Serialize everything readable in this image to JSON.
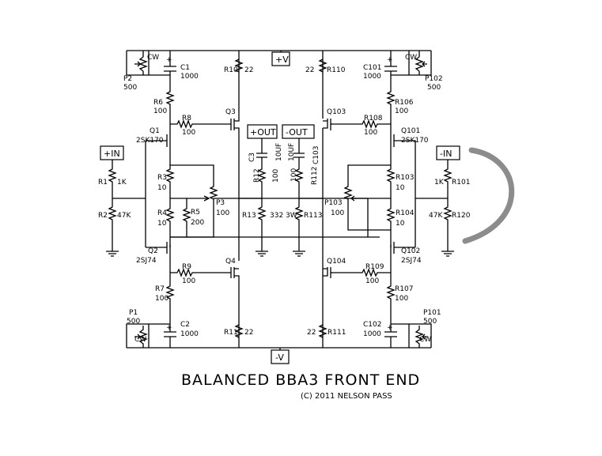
{
  "title": "BALANCED BBA3 FRONT END",
  "copyright": "(C) 2011 NELSON PASS",
  "rails": {
    "pos": "+V",
    "neg": "-V"
  },
  "ports": {
    "in_pos": "+IN",
    "in_neg": "-IN",
    "out_pos": "+OUT",
    "out_neg": "-OUT"
  },
  "left": {
    "p2": "P2",
    "p2_val": "500",
    "cw_top": "CW",
    "c1": "C1",
    "c1_val": "1000",
    "r10": "R10",
    "r10_val": "22",
    "r6": "R6",
    "r6_val": "100",
    "r8": "R8",
    "r8_val": "100",
    "q3": "Q3",
    "q1": "Q1",
    "q1_val": "2SK170",
    "r1": "R1",
    "r1_val": "1K",
    "r2": "R2",
    "r2_val": "47K",
    "r3": "R3",
    "r3_val": "10",
    "r4": "R4",
    "r4_val": "10",
    "r5": "R5",
    "r5_val": "200",
    "p3": "P3",
    "p3_val": "100",
    "q2": "Q2",
    "q2_val": "2SJ74",
    "r9": "R9",
    "r9_val": "100",
    "q4": "Q4",
    "r7": "R7",
    "r7_val": "100",
    "p1": "P1",
    "p1_val": "500",
    "cw_bot": "CW",
    "c2": "C2",
    "c2_val": "1000",
    "r11": "R11",
    "r11_val": "22"
  },
  "center": {
    "c3": "C3",
    "c3_val": "10UF",
    "c103": "C103",
    "c103_val": "10UF",
    "r12": "R12",
    "r12_val": "100",
    "r112": "R112",
    "r112_val": "100",
    "r13": "R13",
    "r13_val": "332 3W",
    "r113": "R113"
  },
  "right": {
    "r110": "R110",
    "r110_val": "22",
    "c101": "C101",
    "c101_val": "1000",
    "p102": "P102",
    "p102_val": "500",
    "cw_top": "CW",
    "r106": "R106",
    "r106_val": "100",
    "q103": "Q103",
    "r108": "R108",
    "r108_val": "100",
    "q101": "Q101",
    "q101_val": "2SK170",
    "r103": "R103",
    "r103_val": "10",
    "r104": "R104",
    "r104_val": "10",
    "p103": "P103",
    "p103_val": "100",
    "r101": "R101",
    "r101_val": "1K",
    "r120": "R120",
    "r120_val": "47K",
    "q102": "Q102",
    "q102_val": "2SJ74",
    "q104": "Q104",
    "r109": "R109",
    "r109_val": "100",
    "r107": "R107",
    "r107_val": "100",
    "r111": "R111",
    "r111_val": "22",
    "c102": "C102",
    "c102_val": "1000",
    "p101": "P101",
    "p101_val": "500",
    "cw_bot": "CW"
  },
  "plus_sign": "+"
}
